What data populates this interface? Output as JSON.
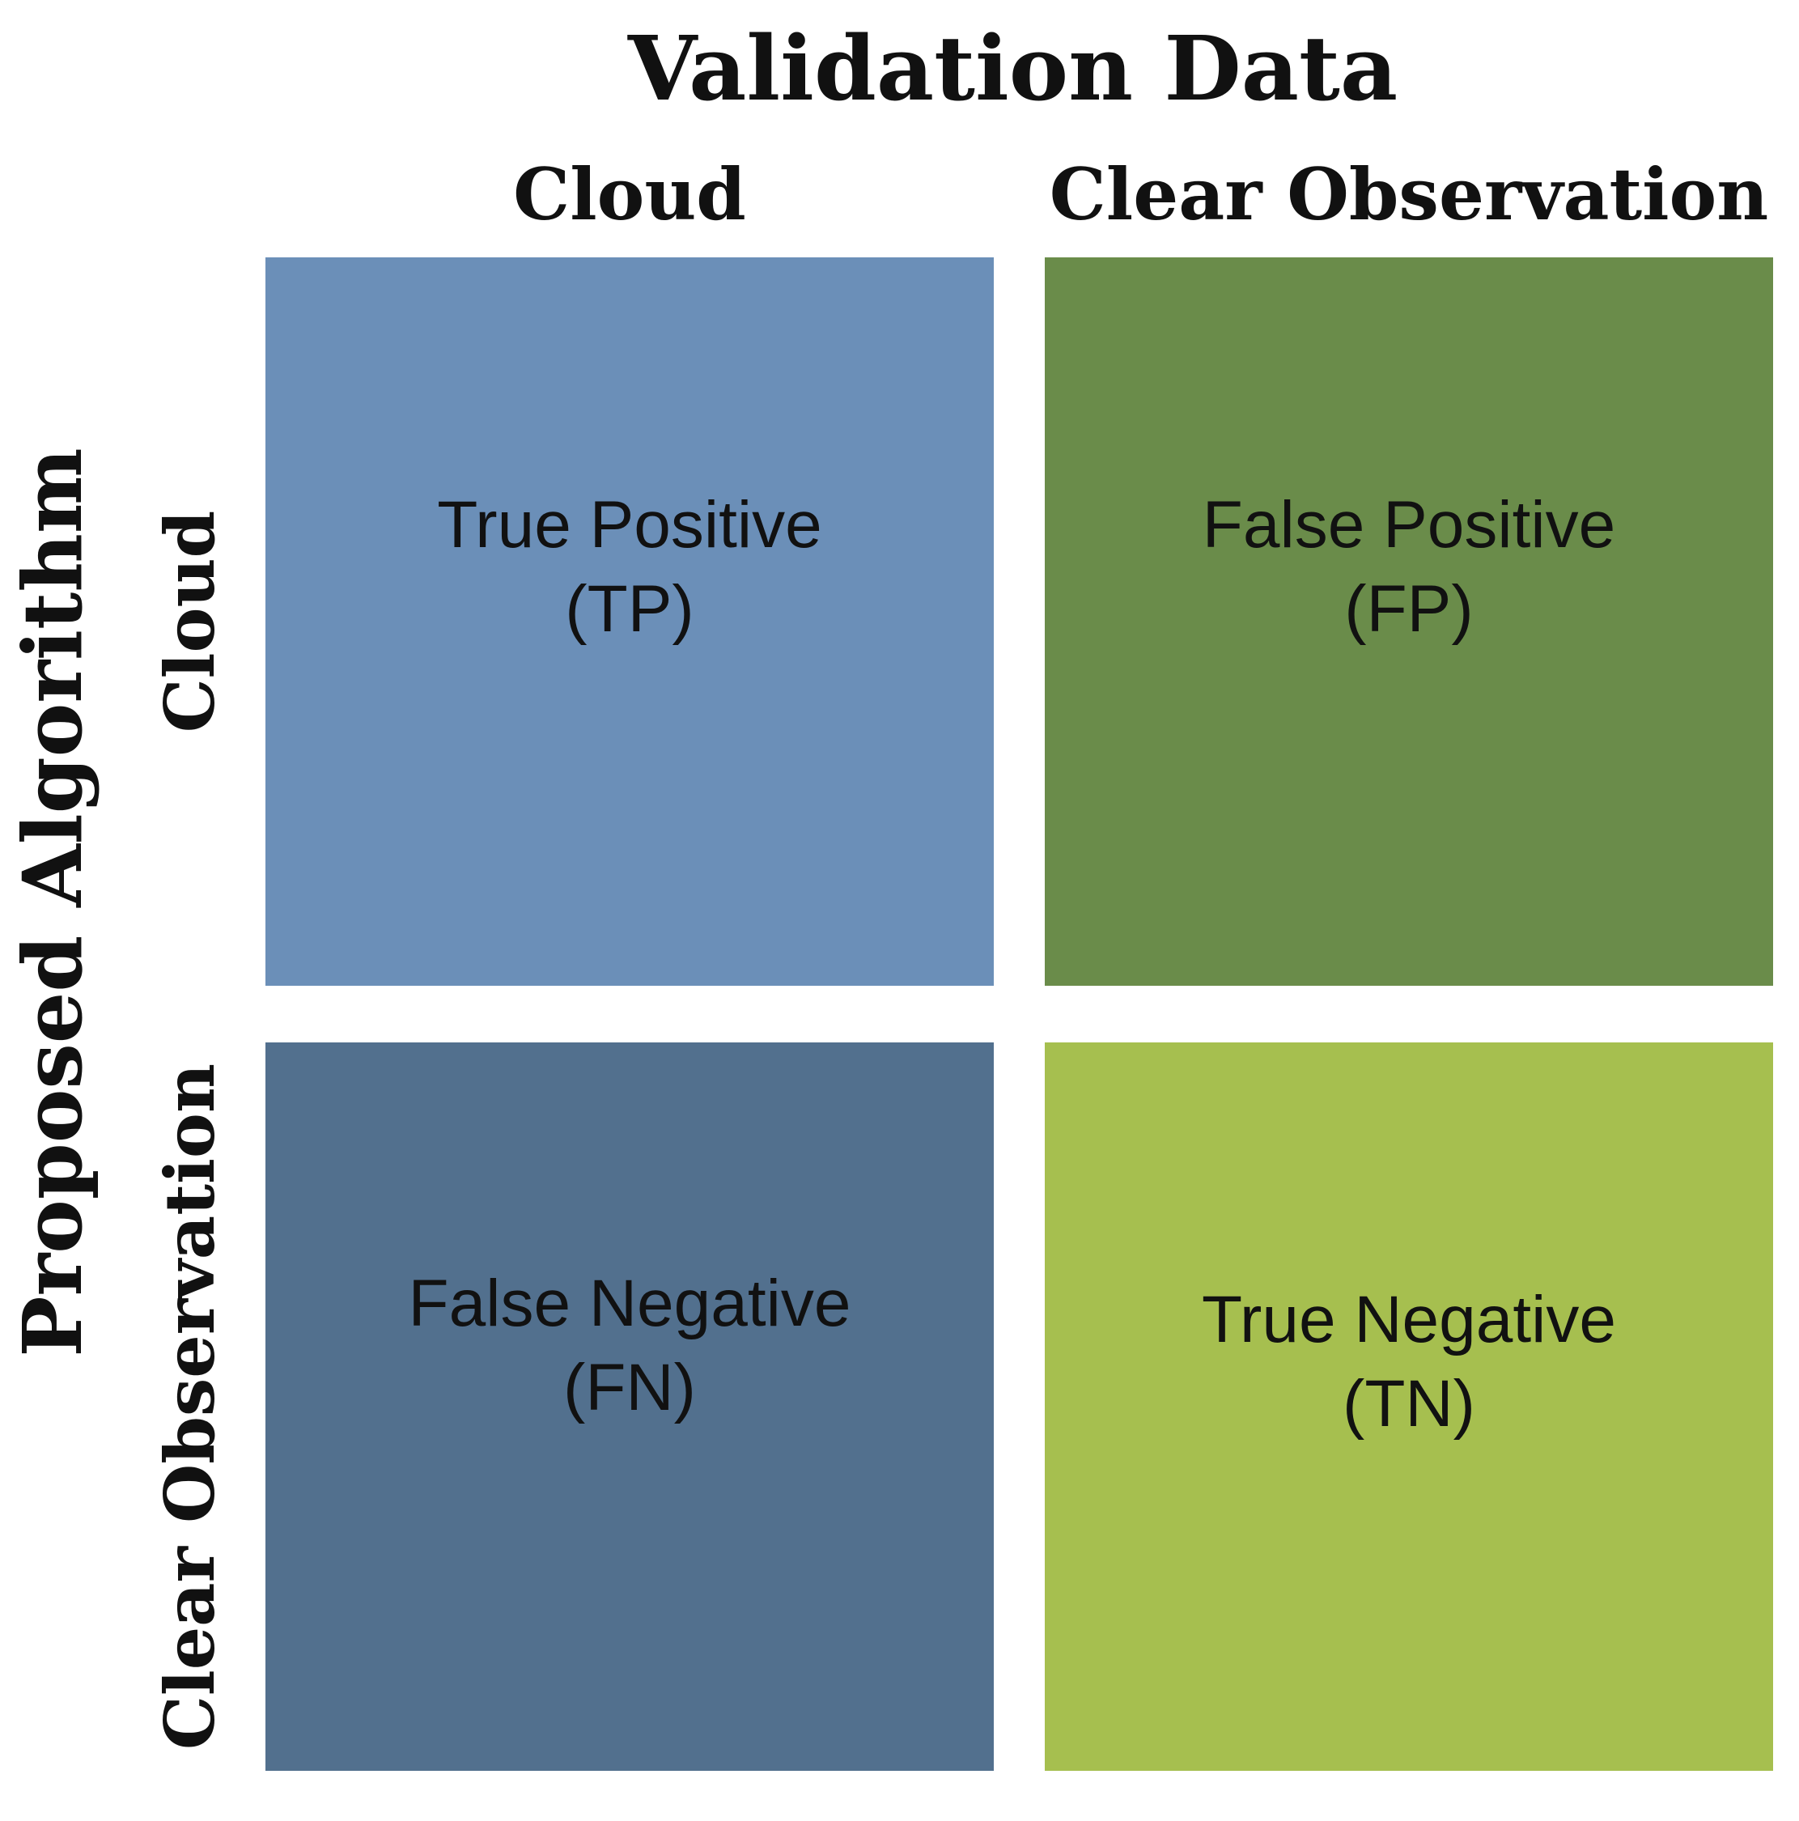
{
  "diagram": {
    "title": "Validation Data",
    "row_axis_title": "Proposed Algorithm",
    "column_headers": [
      "Cloud",
      "Clear Observation"
    ],
    "row_headers": [
      "Cloud",
      "Clear Observation"
    ],
    "cells": [
      {
        "line1": "True Positive",
        "line2": "(TP)",
        "color": "#6b8fb8"
      },
      {
        "line1": "False Positive",
        "line2": "(FP)",
        "color": "#6a8c4a"
      },
      {
        "line1": "False Negative",
        "line2": "(FN)",
        "color": "#52708e"
      },
      {
        "line1": "True Negative",
        "line2": "(TN)",
        "color": "#a6bf4f"
      }
    ]
  }
}
